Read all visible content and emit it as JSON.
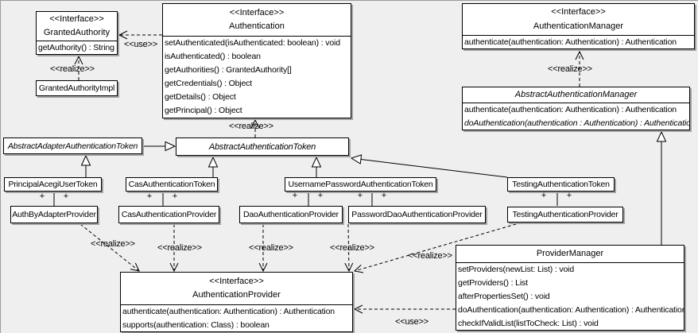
{
  "diagram": {
    "plus": "+",
    "labels": {
      "use": "<<use>>",
      "realize": "<<realize>>"
    },
    "classes": {
      "grantedAuthority": {
        "stereotype": "<<Interface>>",
        "name": "GrantedAuthority",
        "methods": [
          "getAuthority() : String"
        ]
      },
      "grantedAuthorityImpl": {
        "name": "GrantedAuthorityImpl"
      },
      "authentication": {
        "stereotype": "<<Interface>>",
        "name": "Authentication",
        "methods": [
          "setAuthenticated(isAuthenticated: boolean) : void",
          "isAuthenticated() : boolean",
          "getAuthorities() : GrantedAuthority[]",
          "getCredentials() : Object",
          "getDetails() : Object",
          "getPrincipal() : Object"
        ]
      },
      "authenticationManager": {
        "stereotype": "<<Interface>>",
        "name": "AuthenticationManager",
        "methods": [
          "authenticate(authentication: Authentication) : Authentication"
        ]
      },
      "abstractAuthenticationManager": {
        "name": "AbstractAuthenticationManager",
        "methods": [
          "authenticate(authentication: Authentication) : Authentication",
          "doAuthentication(authentication : Authentication) : Authentication"
        ]
      },
      "abstractAdapterAuthenticationToken": {
        "name": "AbstractAdapterAuthenticationToken"
      },
      "abstractAuthenticationToken": {
        "name": "AbstractAuthenticationToken"
      },
      "principalAcegiUserToken": {
        "name": "PrincipalAcegiUserToken"
      },
      "casAuthenticationToken": {
        "name": "CasAuthenticationToken"
      },
      "usernamePasswordAuthenticationToken": {
        "name": "UsernamePasswordAuthenticationToken"
      },
      "testingAuthenticationToken": {
        "name": "TestingAuthenticationToken"
      },
      "authByAdapterProvider": {
        "name": "AuthByAdapterProvider"
      },
      "casAuthenticationProvider": {
        "name": "CasAuthenticationProvider"
      },
      "daoAuthenticationProvider": {
        "name": "DaoAuthenticationProvider"
      },
      "passwordDaoAuthenticationProvider": {
        "name": "PasswordDaoAuthenticationProvider"
      },
      "testingAuthenticationProvider": {
        "name": "TestingAuthenticationProvider"
      },
      "authenticationProvider": {
        "stereotype": "<<Interface>>",
        "name": "AuthenticationProvider",
        "methods": [
          "authenticate(authentication: Authentication) : Authentication",
          "supports(authentication: Class) : boolean"
        ]
      },
      "providerManager": {
        "name": "ProviderManager",
        "methods": [
          "setProviders(newList: List) : void",
          "getProviders() : List",
          "afterPropertiesSet() : void",
          "doAuthentication(authentication: Authentication) : Authentication",
          "checkIfValidList(listToCheck: List) : void"
        ]
      }
    }
  }
}
